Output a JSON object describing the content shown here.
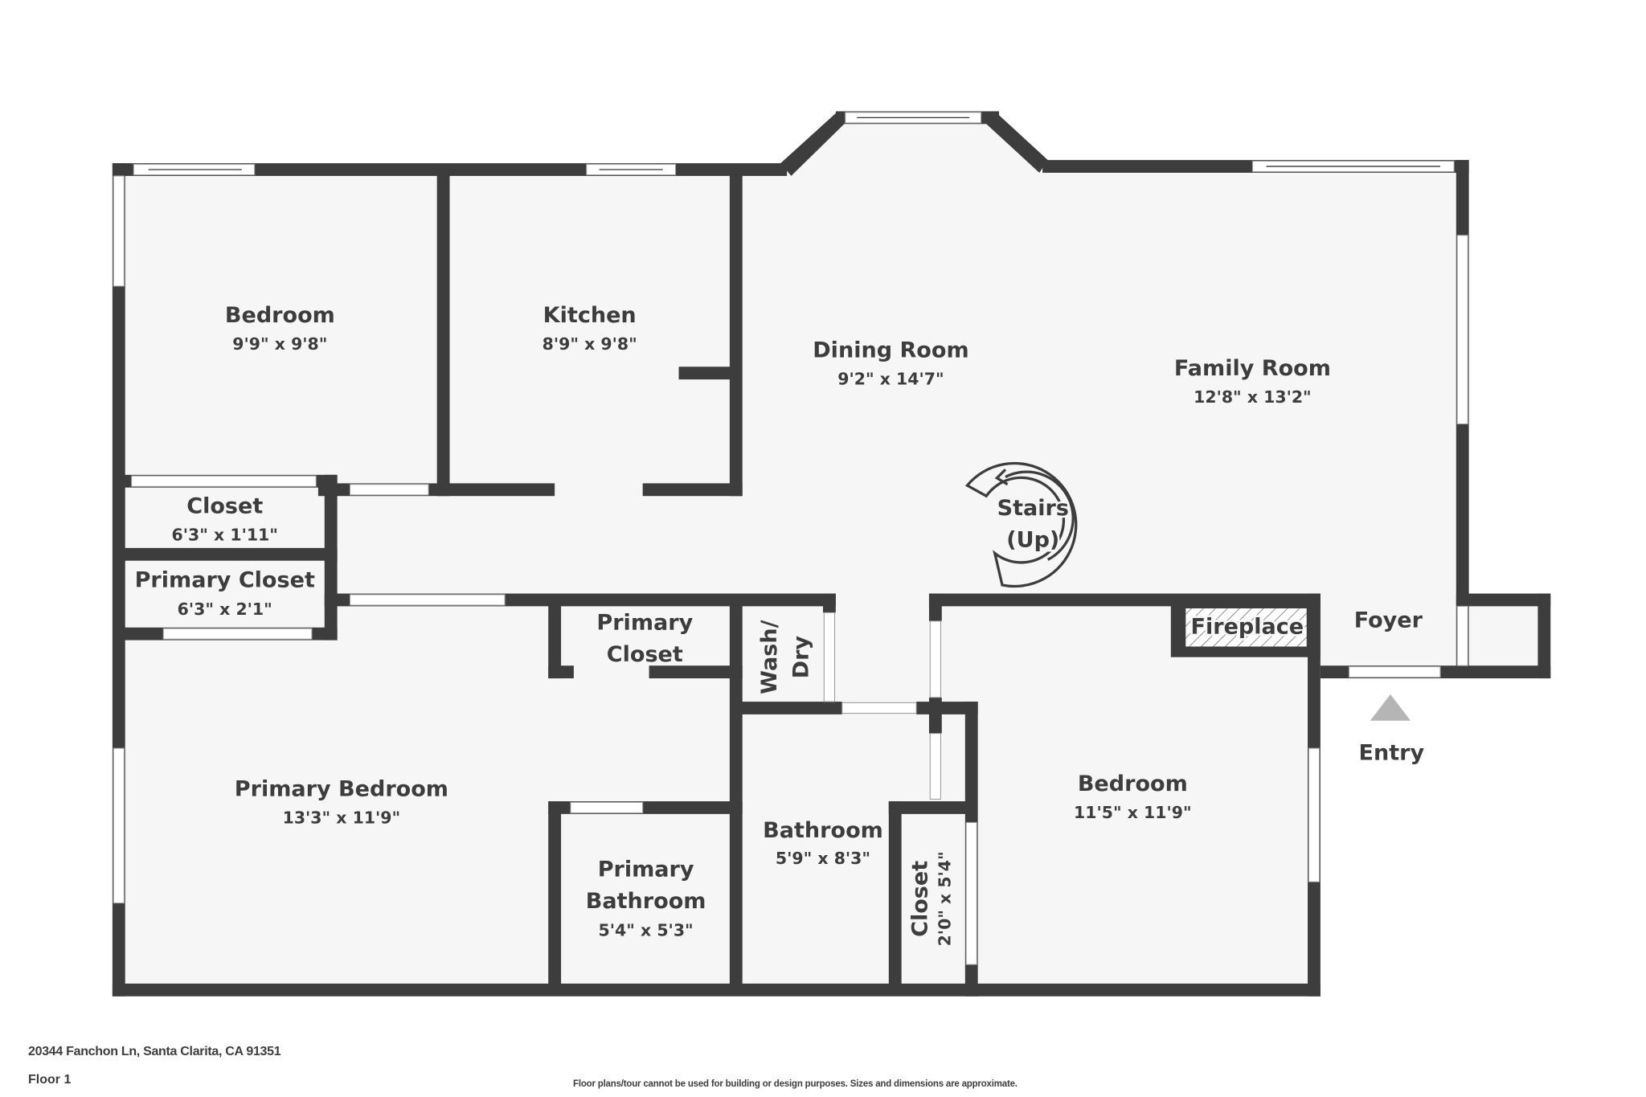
{
  "plan": {
    "rooms": [
      {
        "name": "Bedroom",
        "dims": "9'9\" x 9'8\""
      },
      {
        "name": "Kitchen",
        "dims": "8'9\" x 9'8\""
      },
      {
        "name": "Dining Room",
        "dims": "9'2\" x 14'7\""
      },
      {
        "name": "Family Room",
        "dims": "12'8\" x 13'2\""
      },
      {
        "name": "Closet",
        "dims": "6'3\" x 1'11\""
      },
      {
        "name": "Primary Closet",
        "dims": "6'3\" x 2'1\""
      },
      {
        "name_line1": "Primary",
        "name_line2": "Closet"
      },
      {
        "name_line1": "Wash/",
        "name_line2": "Dry"
      },
      {
        "name": "Primary Bedroom",
        "dims": "13'3\" x 11'9\""
      },
      {
        "name_line1": "Primary",
        "name_line2": "Bathroom",
        "dims": "5'4\" x 5'3\""
      },
      {
        "name": "Bathroom",
        "dims": "5'9\" x 8'3\""
      },
      {
        "name": "Closet",
        "dims": "2'0\" x 5'4\""
      },
      {
        "name": "Bedroom",
        "dims": "11'5\" x 11'9\""
      },
      {
        "name": "Fireplace"
      },
      {
        "name": "Foyer"
      }
    ],
    "stairs": {
      "line1": "Stairs",
      "line2": "(Up)"
    },
    "entry": {
      "label": "Entry",
      "marker_color": "#b5b5b5"
    },
    "colors": {
      "wall": "#3d3d3d",
      "floor": "#f6f6f6",
      "background": "#ffffff"
    }
  },
  "footer": {
    "address": "20344 Fanchon Ln, Santa Clarita, CA 91351",
    "floor": "Floor 1",
    "disclaimer": "Floor plans/tour cannot be used for building or design purposes. Sizes and dimensions are approximate."
  }
}
